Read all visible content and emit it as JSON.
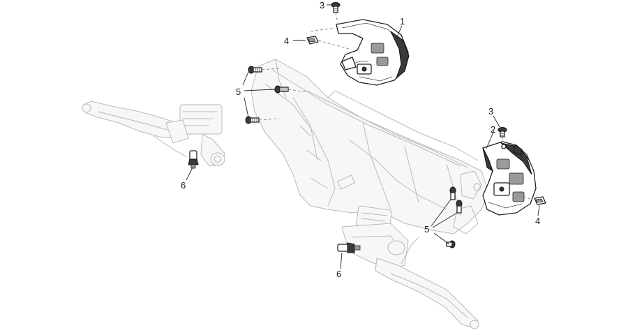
{
  "callouts": [
    {
      "id": "c1",
      "label": "1"
    },
    {
      "id": "c2",
      "label": "2"
    },
    {
      "id": "c3a",
      "label": "3"
    },
    {
      "id": "c3b",
      "label": "3"
    },
    {
      "id": "c4a",
      "label": "4"
    },
    {
      "id": "c4b",
      "label": "4"
    },
    {
      "id": "c5a",
      "label": "5"
    },
    {
      "id": "c5b",
      "label": "5"
    },
    {
      "id": "c6a",
      "label": "6"
    },
    {
      "id": "c6b",
      "label": "6"
    }
  ]
}
